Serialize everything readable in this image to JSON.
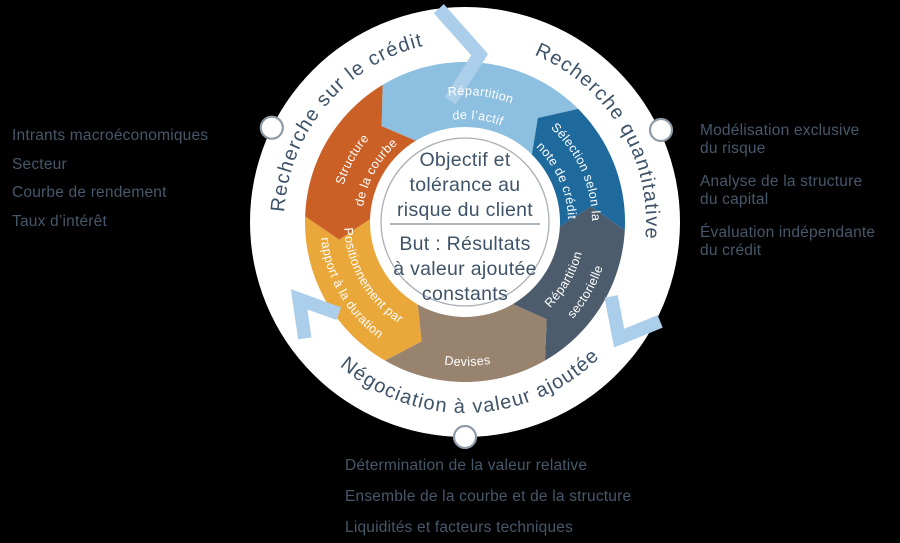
{
  "ring": {
    "labels": [
      {
        "text": "Recherche sur le crédit"
      },
      {
        "text": "Recherche quantitative"
      },
      {
        "text": "Négociation à valeur ajoutée"
      }
    ]
  },
  "segments": [
    {
      "name": "repartition-actif",
      "color": "#8cbfe0",
      "lines": [
        "Répartition",
        "de l’actif"
      ]
    },
    {
      "name": "selection-note-credit",
      "color": "#1f6a9d",
      "lines": [
        "Sélection selon la",
        "note de crédit"
      ]
    },
    {
      "name": "repartition-sectorielle",
      "color": "#4c5c6c",
      "lines": [
        "Répartition",
        "sectorielle"
      ]
    },
    {
      "name": "devises",
      "color": "#98836f",
      "lines": [
        "Devises"
      ]
    },
    {
      "name": "positionnement-duration",
      "color": "#eaa73a",
      "lines": [
        "Positionnement par",
        "rapport à la duration"
      ]
    },
    {
      "name": "structure-courbe",
      "color": "#cb6027",
      "lines": [
        "Structure",
        "de la courbe"
      ]
    }
  ],
  "center": {
    "objective_lines": [
      "Objectif et",
      "tolérance au",
      "risque du client"
    ],
    "goal_lines": [
      "But : Résultats",
      "à valeur ajoutée",
      "constants"
    ]
  },
  "notes": {
    "left": {
      "items": [
        "Intrants macroéconomiques",
        "Secteur",
        "Courbe de rendement",
        "Taux d’intérêt"
      ]
    },
    "right": {
      "items": [
        [
          "Modélisation exclusive",
          "du risque"
        ],
        [
          "Analyse de la structure",
          "du capital"
        ],
        [
          "Évaluation indépendante",
          "du crédit"
        ]
      ]
    },
    "bottom": {
      "items": [
        "Détermination de la valeur relative",
        "Ensemble de la courbe et de la structure",
        "Liquidités et facteurs techniques"
      ]
    }
  },
  "colors": {
    "background": "#000000",
    "disc": "#ffffff",
    "chevron": "#abceea",
    "ring_text": "#3e5368",
    "side_text": "#47586b",
    "center_text": "#3e5368",
    "divider": "#5c6d7e",
    "connector_border": "#8d9aa8",
    "inner_ring_border": "#a9b0b7"
  }
}
